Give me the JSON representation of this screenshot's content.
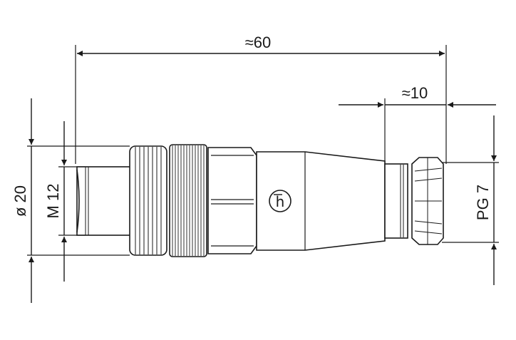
{
  "dimensions": {
    "overall_length": "≈60",
    "cable_gland_length": "≈10",
    "outer_diameter": "ø 20",
    "thread": "M 12",
    "cable_thread": "PG 7"
  },
  "logo": {
    "glyph": "h"
  },
  "colors": {
    "line": "#1a1a1a",
    "background": "#ffffff"
  }
}
